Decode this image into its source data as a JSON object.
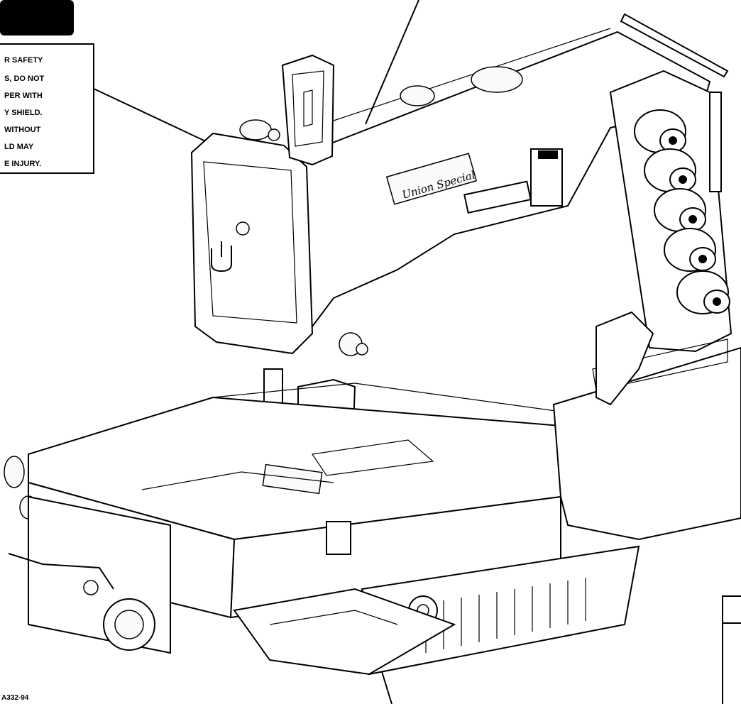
{
  "warning_label": {
    "lines": [
      "R SAFETY",
      "S, DO NOT",
      "PER WITH",
      "Y SHIELD.",
      "WITHOUT",
      "LD MAY",
      "E INJURY."
    ]
  },
  "brand_text": "Union Special",
  "drawing_code": "A332-94"
}
